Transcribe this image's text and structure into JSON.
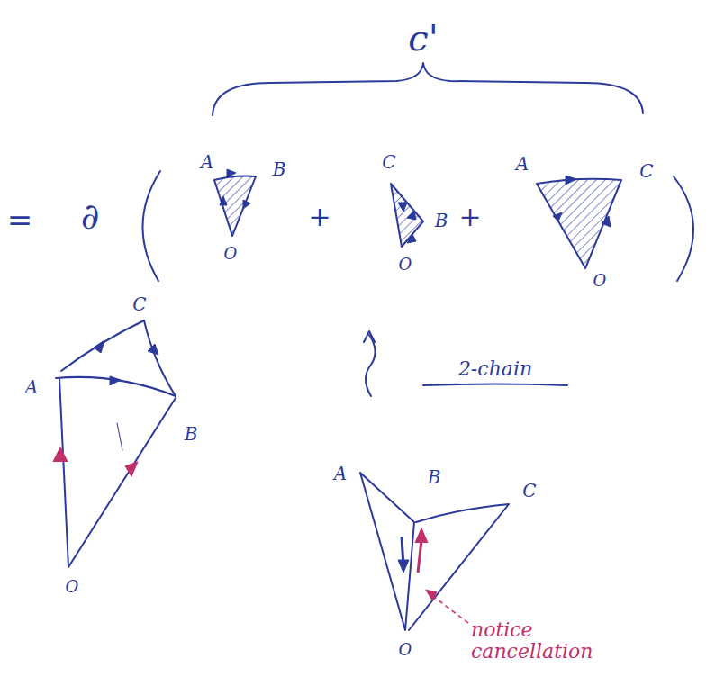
{
  "diagram": {
    "labels": [
      "c'",
      "=",
      "∂",
      "A",
      "B",
      "O",
      "+",
      "C",
      "B",
      "O",
      "+",
      "A",
      "C",
      "O",
      "C",
      "A",
      "B",
      "O",
      "2-chain",
      "A",
      "B",
      "C",
      "O",
      "notice cancellation"
    ]
  }
}
